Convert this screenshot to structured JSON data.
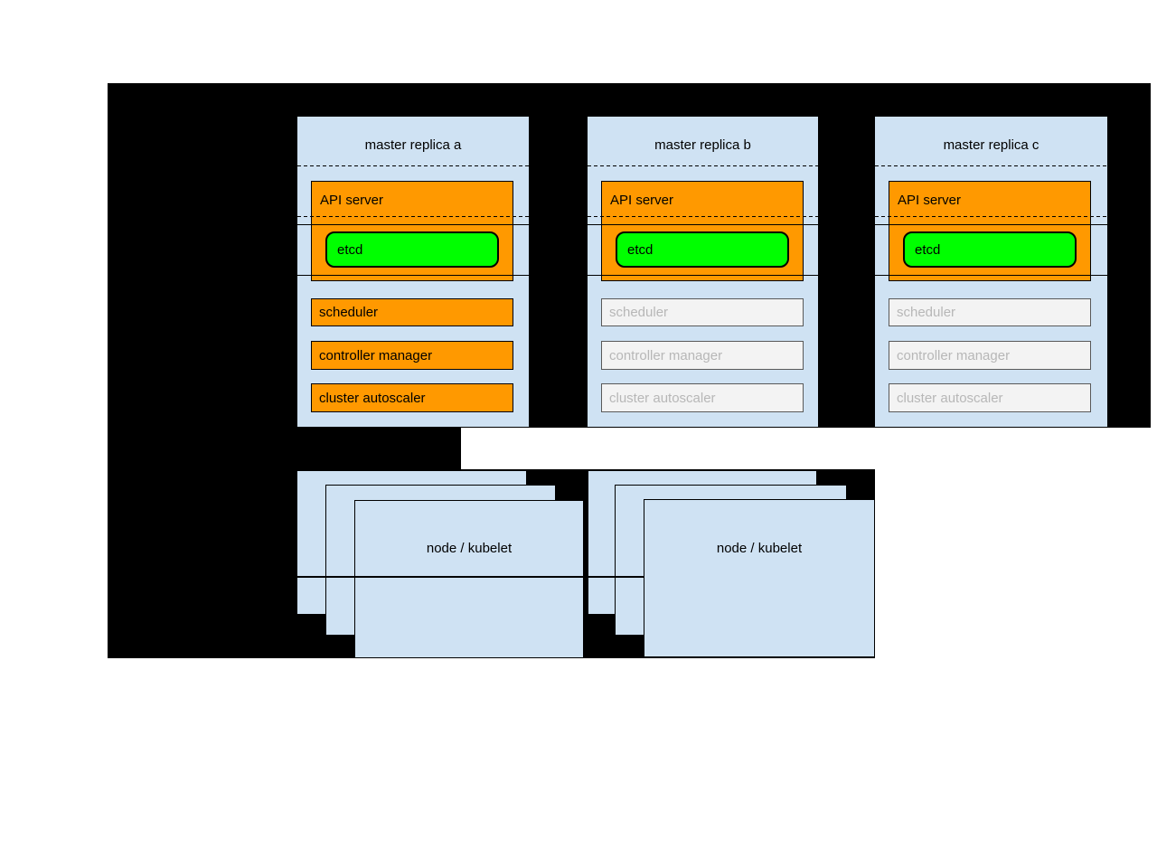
{
  "diagram": {
    "title_hint": "Kubernetes HA master replicas with worker nodes",
    "replicas": [
      {
        "title": "master replica a",
        "state": "active",
        "api_server_label": "API server",
        "etcd_label": "etcd",
        "components": [
          {
            "label": "scheduler",
            "state": "active"
          },
          {
            "label": "controller manager",
            "state": "active"
          },
          {
            "label": "cluster autoscaler",
            "state": "active"
          }
        ]
      },
      {
        "title": "master replica b",
        "state": "standby",
        "api_server_label": "API server",
        "etcd_label": "etcd",
        "components": [
          {
            "label": "scheduler",
            "state": "standby"
          },
          {
            "label": "controller manager",
            "state": "standby"
          },
          {
            "label": "cluster autoscaler",
            "state": "standby"
          }
        ]
      },
      {
        "title": "master replica c",
        "state": "standby",
        "api_server_label": "API server",
        "etcd_label": "etcd",
        "components": [
          {
            "label": "scheduler",
            "state": "standby"
          },
          {
            "label": "controller manager",
            "state": "standby"
          },
          {
            "label": "cluster autoscaler",
            "state": "standby"
          }
        ]
      }
    ],
    "node_stacks": [
      {
        "label": "node / kubelet",
        "stacked_count": 3
      },
      {
        "label": "node / kubelet",
        "stacked_count": 3
      }
    ],
    "colors": {
      "backdrop": "#000000",
      "replica_background": "#cfe2f3",
      "active_component": "#ff9900",
      "etcd_fill": "#00ff00",
      "standby_fill": "#f3f3f3",
      "standby_border": "#595959",
      "standby_text": "#b7b7b7"
    }
  }
}
